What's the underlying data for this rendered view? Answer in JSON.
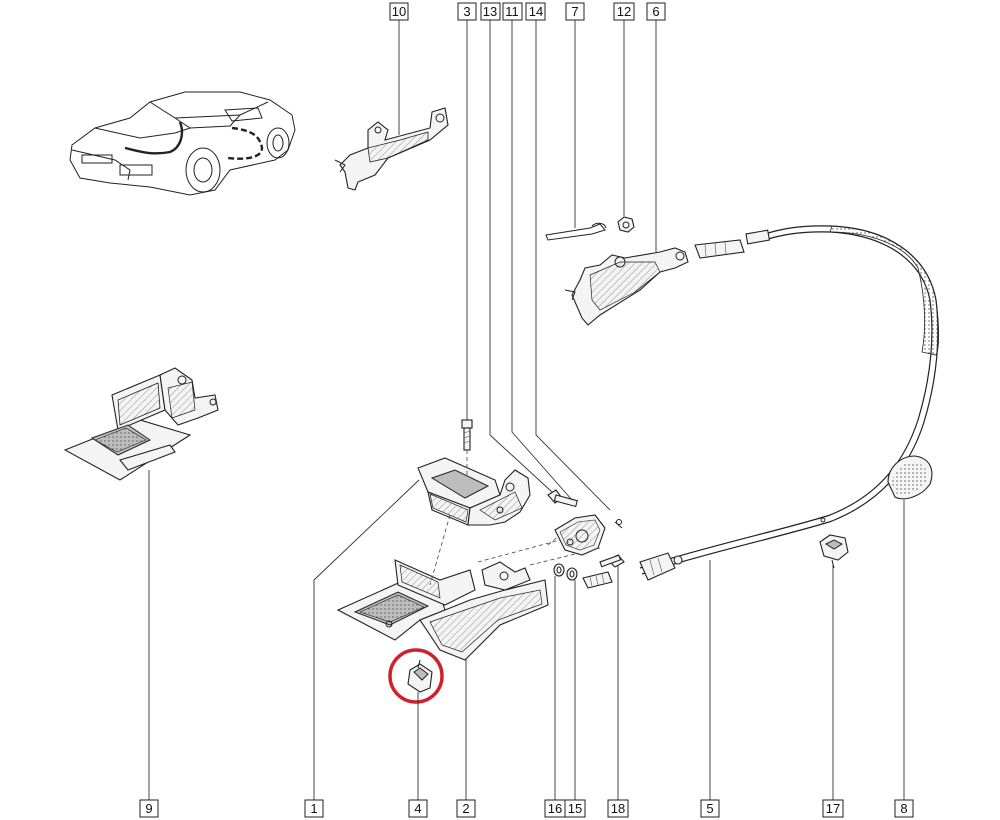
{
  "callouts": {
    "c10": "10",
    "c3": "3",
    "c13": "13",
    "c11": "11",
    "c14": "14",
    "c7": "7",
    "c12": "12",
    "c6": "6",
    "c9": "9",
    "c1": "1",
    "c4": "4",
    "c2": "2",
    "c16": "16",
    "c15": "15",
    "c18": "18",
    "c5": "5",
    "c17": "17",
    "c8": "8"
  },
  "colors": {
    "highlight_circle": "#d0202a",
    "line": "#222222"
  },
  "highlighted_part": "4"
}
